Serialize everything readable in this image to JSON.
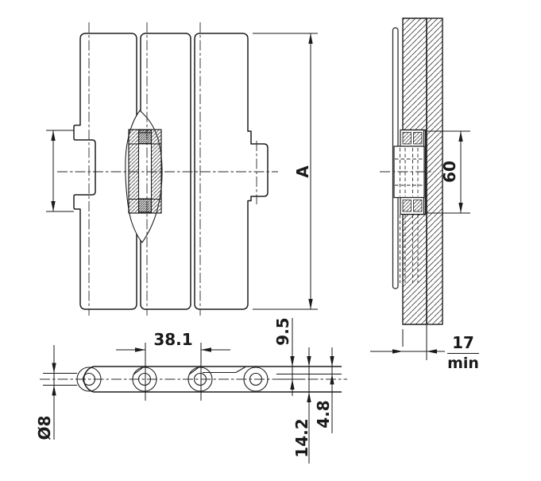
{
  "drawing": {
    "type": "engineering-drawing",
    "views": {
      "plan": "plan-view",
      "elevation": "chain-elevation-view",
      "side": "side-section-view"
    }
  },
  "colors": {
    "ink": "#1a1a1a",
    "background": "#ffffff"
  },
  "dims": {
    "plate_width": {
      "label": "A"
    },
    "hinge_width": {
      "label": "60"
    },
    "clearance": {
      "label": "17",
      "qualifier": "min"
    },
    "pitch": {
      "label": "38.1"
    },
    "top_to_pin_center": {
      "label": "9.5"
    },
    "plate_thickness": {
      "label": "4.8"
    },
    "overall_height": {
      "label": "14.2"
    },
    "pin_diameter": {
      "label": "Ø8"
    }
  }
}
